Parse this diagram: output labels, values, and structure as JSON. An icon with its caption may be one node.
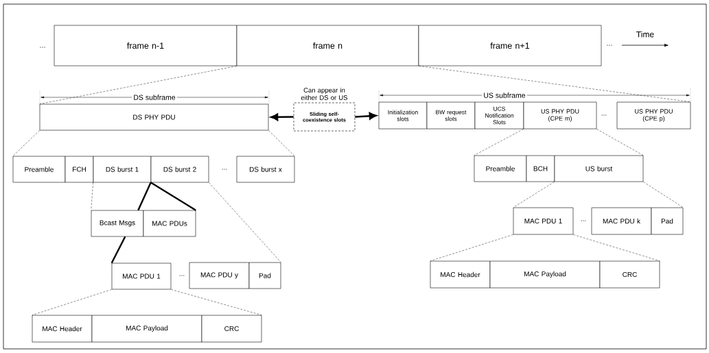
{
  "diagram": {
    "nodes": [
      {
        "text": [
          "frame n-1"
        ]
      },
      {
        "text": [
          "frame n"
        ]
      },
      {
        "text": [
          "frame n+1"
        ]
      },
      {
        "text": [
          "DS PHY PDU"
        ]
      },
      {
        "text": [
          "Sliding self-coexistence slots"
        ],
        "beside": [
          "Can appear in either DS or US"
        ]
      },
      {
        "text": [
          "Initialization slots"
        ]
      },
      {
        "text": [
          "BW request slots"
        ]
      },
      {
        "text": [
          "UCS Notification Slots"
        ]
      },
      {
        "text": [
          "US PHY PDU (CPE m)"
        ]
      },
      {
        "text": [
          "US PHY PDU (CPE p)"
        ]
      },
      {
        "text": [
          "Preamble"
        ]
      },
      {
        "text": [
          "FCH"
        ]
      },
      {
        "text": [
          "DS burst 1"
        ]
      },
      {
        "text": [
          "DS burst 2"
        ]
      },
      {
        "text": [
          "DS burst x"
        ]
      },
      {
        "text": [
          "Preamble"
        ]
      },
      {
        "text": [
          "BCH"
        ]
      },
      {
        "text": [
          "US burst"
        ]
      },
      {
        "text": [
          "Bcast Msgs"
        ]
      },
      {
        "text": [
          "MAC PDUs"
        ]
      },
      {
        "text": [
          "MAC PDU 1"
        ]
      },
      {
        "text": [
          "MAC PDU k"
        ]
      },
      {
        "text": [
          "Pad"
        ]
      },
      {
        "text": [
          "MAC Header"
        ]
      },
      {
        "text": [
          "MAC Payload"
        ]
      },
      {
        "text": [
          "CRC"
        ]
      },
      {
        "text": [
          "MAC PDU 1"
        ]
      },
      {
        "text": [
          "MAC PDU y"
        ]
      },
      {
        "text": [
          "Pad"
        ]
      },
      {
        "text": [
          "MAC Header"
        ]
      },
      {
        "text": [
          "MAC Payload"
        ]
      },
      {
        "text": [
          "CRC"
        ]
      }
    ],
    "edges": [
      {
        "from": 1,
        "to": 3,
        "arrow": "none",
        "style": "dashed"
      },
      {
        "from": 1,
        "to": 9,
        "arrow": "none",
        "style": "dashed"
      },
      {
        "from": 4,
        "to": 3,
        "arrow": "to",
        "style": "thick"
      },
      {
        "from": 4,
        "to": 5,
        "arrow": "to",
        "style": "thick"
      },
      {
        "from": 3,
        "to": 10,
        "arrow": "none",
        "style": "dashed"
      },
      {
        "from": 3,
        "to": 14,
        "arrow": "none",
        "style": "dashed"
      },
      {
        "from": 8,
        "to": 15,
        "arrow": "none",
        "style": "dashed"
      },
      {
        "from": 8,
        "to": 17,
        "arrow": "none",
        "style": "dashed"
      },
      {
        "from": 12,
        "to": 18,
        "arrow": "none",
        "style": "dashed"
      },
      {
        "from": 13,
        "to": 18,
        "arrow": "none",
        "style": "thick"
      },
      {
        "from": 13,
        "to": 19,
        "arrow": "none",
        "style": "thick"
      },
      {
        "from": 13,
        "to": 28,
        "arrow": "none",
        "style": "dashed"
      },
      {
        "from": 18,
        "to": 26,
        "arrow": "none",
        "style": "thick"
      },
      {
        "from": 26,
        "to": 29,
        "arrow": "none",
        "style": "dashed"
      },
      {
        "from": 26,
        "to": 31,
        "arrow": "none",
        "style": "dashed"
      },
      {
        "from": 17,
        "to": 20,
        "arrow": "none",
        "style": "dashed"
      },
      {
        "from": 17,
        "to": 22,
        "arrow": "none",
        "style": "dashed"
      },
      {
        "from": 20,
        "to": 23,
        "arrow": "none",
        "style": "dashed"
      },
      {
        "from": 20,
        "to": 25,
        "arrow": "none",
        "style": "dashed"
      }
    ],
    "labels": [
      "Time",
      "...",
      "...",
      "DS subframe",
      "US subframe",
      "...",
      "...",
      "...",
      "..."
    ]
  }
}
